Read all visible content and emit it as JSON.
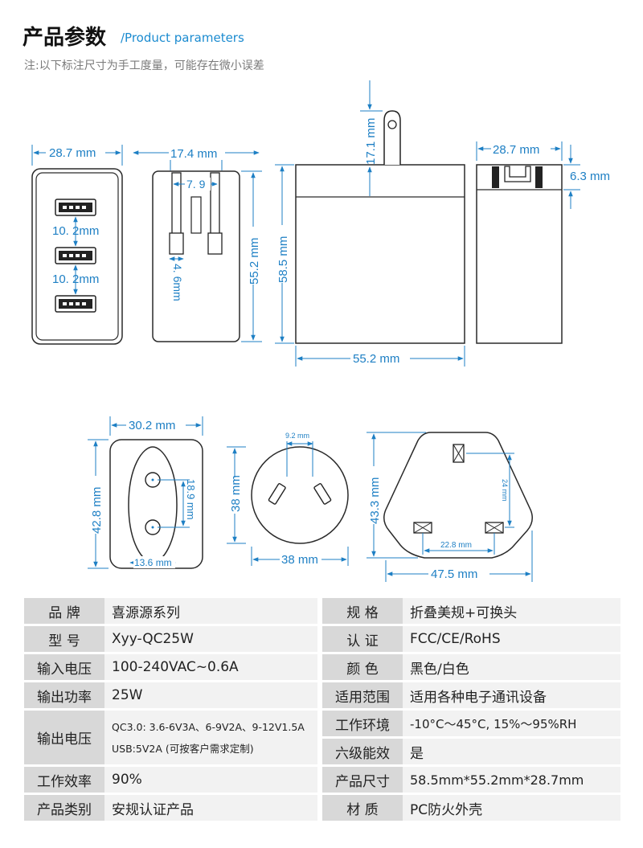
{
  "header": {
    "title_cn": "产品参数",
    "title_en": "/Product parameters",
    "note": "注:以下标注尺寸为手工度量，可能存在微小误差"
  },
  "dimensions": {
    "front_width": "28.7 mm",
    "port_spacing_1": "10. 2mm",
    "port_spacing_2": "10. 2mm",
    "side_width": "17.4 mm",
    "pin_gap": "7. 9",
    "pin_width": "4. 6mm",
    "side_height": "55.2 mm",
    "body_height": "58.5 mm",
    "pin_length": "17.1 mm",
    "body_width": "55.2 mm",
    "top_width": "28.7 mm",
    "top_thickness": "6.3 mm",
    "eu_width": "30.2 mm",
    "eu_height": "42.8 mm",
    "eu_pin_spacing": "18.9 mm",
    "eu_bottom": "13.6 mm",
    "au_pin_spacing": "9.2 mm",
    "au_diameter_v": "38 mm",
    "au_diameter_h": "38 mm",
    "uk_height": "43.3 mm",
    "uk_pin_v": "24 mm",
    "uk_pin_h": "22.8 mm",
    "uk_width": "47.5 mm"
  },
  "specs": {
    "brand_label": "品  牌",
    "brand_value": "喜源源系列",
    "spec_label": "规  格",
    "spec_value": "折叠美规+可换头",
    "model_label": "型  号",
    "model_value": "Xyy-QC25W",
    "cert_label": "认  证",
    "cert_value": "FCC/CE/RoHS",
    "input_label": "输入电压",
    "input_value": "100-240VAC~0.6A",
    "color_label": "颜  色",
    "color_value": "黑色/白色",
    "power_label": "输出功率",
    "power_value": "25W",
    "scope_label": "适用范围",
    "scope_value": "适用各种电子通讯设备",
    "output_label": "输出电压",
    "output_value_1": "QC3.0: 3.6-6V3A、6-9V2A、9-12V1.5A",
    "output_value_2": "USB:5V2A (可按客户需求定制)",
    "env_label": "工作环境",
    "env_value": "-10°C～45°C, 15%～95%RH",
    "level_label": "六级能效",
    "level_value": "是",
    "eff_label": "工作效率",
    "eff_value": "90%",
    "size_label": "产品尺寸",
    "size_value": "58.5mm*55.2mm*28.7mm",
    "category_label": "产品类别",
    "category_value": "安规认证产品",
    "material_label": "材  质",
    "material_value": "PC防火外壳"
  }
}
